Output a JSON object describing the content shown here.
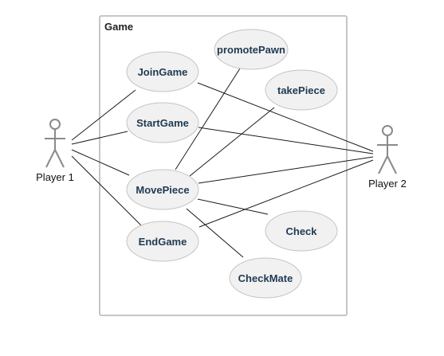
{
  "system": {
    "name": "Game"
  },
  "actors": [
    {
      "id": "player1",
      "name": "Player 1"
    },
    {
      "id": "player2",
      "name": "Player 2"
    }
  ],
  "use_cases": [
    {
      "id": "promotePawn",
      "name": "promotePawn"
    },
    {
      "id": "joinGame",
      "name": "JoinGame"
    },
    {
      "id": "takePiece",
      "name": "takePiece"
    },
    {
      "id": "startGame",
      "name": "StartGame"
    },
    {
      "id": "movePiece",
      "name": "MovePiece"
    },
    {
      "id": "endGame",
      "name": "EndGame"
    },
    {
      "id": "check",
      "name": "Check"
    },
    {
      "id": "checkMate",
      "name": "CheckMate"
    }
  ],
  "associations": [
    [
      "player1",
      "joinGame"
    ],
    [
      "player1",
      "startGame"
    ],
    [
      "player1",
      "movePiece"
    ],
    [
      "player1",
      "endGame"
    ],
    [
      "player2",
      "joinGame"
    ],
    [
      "player2",
      "startGame"
    ],
    [
      "player2",
      "movePiece"
    ],
    [
      "player2",
      "endGame"
    ],
    [
      "movePiece",
      "promotePawn"
    ],
    [
      "movePiece",
      "takePiece"
    ],
    [
      "movePiece",
      "check"
    ],
    [
      "movePiece",
      "checkMate"
    ]
  ],
  "colors": {
    "use_case_fill": "#f1f1f1",
    "use_case_border": "#c4c4c4",
    "use_case_text": "#1f3a53",
    "boundary_border": "#b4b4b4",
    "actor_stroke": "#8a8a8a",
    "line": "#1a1a1a"
  }
}
